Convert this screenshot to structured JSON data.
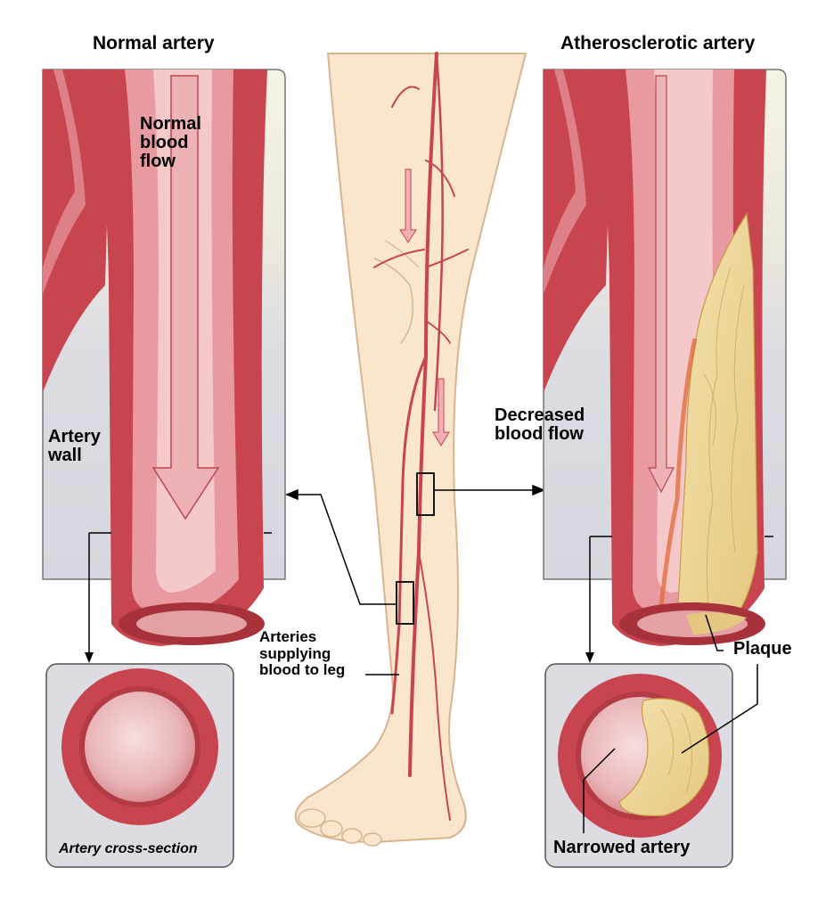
{
  "titles": {
    "normal": "Normal artery",
    "athero": "Atherosclerotic artery"
  },
  "labels": {
    "normal_flow": "Normal\nblood\nflow",
    "artery_wall": "Artery\nwall",
    "decreased_flow": "Decreased\nblood flow",
    "arteries_supplying": "Arteries\nsupplying\nblood to leg",
    "plaque": "Plaque",
    "cross_section": "Artery cross-section",
    "narrowed": "Narrowed artery"
  },
  "colors": {
    "artery_red": "#c8454f",
    "artery_dark": "#a8323b",
    "artery_pink": "#e9a2a6",
    "lumen_light": "#f2c4c6",
    "panel_bg": "#dcdce2",
    "panel_light": "#f6f1e1",
    "skin": "#f9e6cc",
    "skin_line": "#d8b48f",
    "plaque": "#ecd498",
    "plaque_dark": "#cfa95c"
  }
}
